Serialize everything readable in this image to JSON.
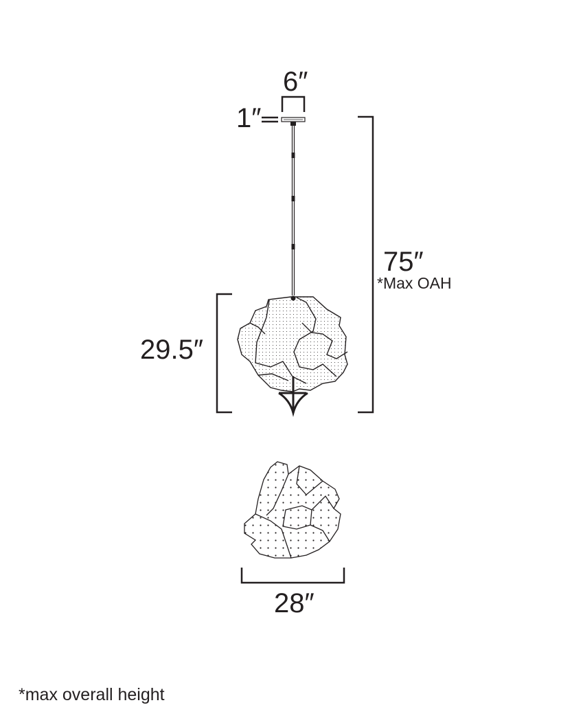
{
  "diagram": {
    "type": "product-dimension-drawing",
    "subject": "pendant light fixture",
    "views": [
      "side-elevation",
      "bottom-view"
    ],
    "colors": {
      "line": "#231f20",
      "background": "#ffffff"
    }
  },
  "dimensions": {
    "canopy_width": {
      "value": "6″"
    },
    "canopy_height": {
      "value": "1″"
    },
    "overall_height": {
      "value": "75″",
      "note": "*Max OAH"
    },
    "shade_height": {
      "value": "29.5″"
    },
    "shade_diameter": {
      "value": "28″"
    }
  },
  "footnote": {
    "text": "*max overall height"
  }
}
